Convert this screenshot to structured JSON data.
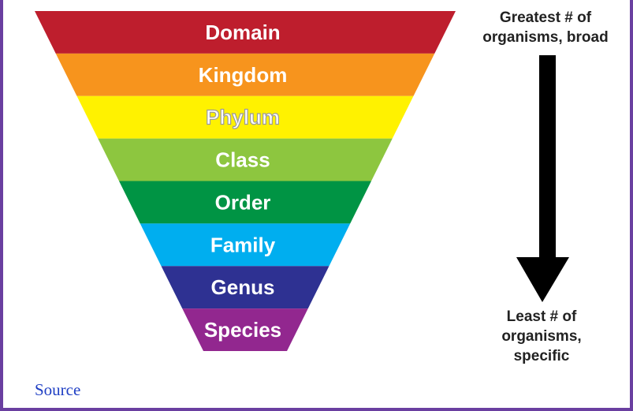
{
  "levels": [
    {
      "label": "Domain",
      "color": "#be1e2d"
    },
    {
      "label": "Kingdom",
      "color": "#f7941d"
    },
    {
      "label": "Phylum",
      "color": "#fff200"
    },
    {
      "label": "Class",
      "color": "#8dc63f"
    },
    {
      "label": "Order",
      "color": "#009444"
    },
    {
      "label": "Family",
      "color": "#00aeef"
    },
    {
      "label": "Genus",
      "color": "#2e3192"
    },
    {
      "label": "Species",
      "color": "#92278f"
    }
  ],
  "arrow": {
    "top_label": "Greatest # of\norganisms, broad",
    "bottom_label": "Least # of\norganisms,\nspecific"
  },
  "source_link": "Source",
  "colors": {
    "frame": "#6a3fa0",
    "arrow": "#000000",
    "link": "#1f3fc4"
  }
}
